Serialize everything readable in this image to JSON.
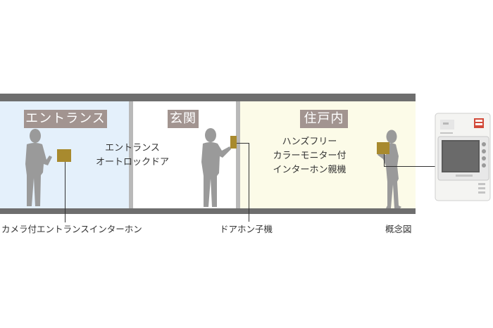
{
  "rooms": {
    "entrance": "エントランス",
    "genkan": "玄関",
    "interior": "住戸内"
  },
  "labels": {
    "autolock_line1": "エントランス",
    "autolock_line2": "オートロックドア",
    "monitor_line1": "ハンズフリー",
    "monitor_line2": "カラーモニター付",
    "monitor_line3": "インターホン親機",
    "camera_intercom": "カメラ付エントランスインターホン",
    "door_phone": "ドアホン子機",
    "concept": "概念図"
  },
  "colors": {
    "entrance_bg": "#e4f0fb",
    "genkan_bg": "#ffffff",
    "interior_bg": "#fcfbe8",
    "band": "#6e6e6e",
    "label_bg": "#a29490",
    "intercom": "#a88a2e",
    "person": "#9a9a9a"
  }
}
